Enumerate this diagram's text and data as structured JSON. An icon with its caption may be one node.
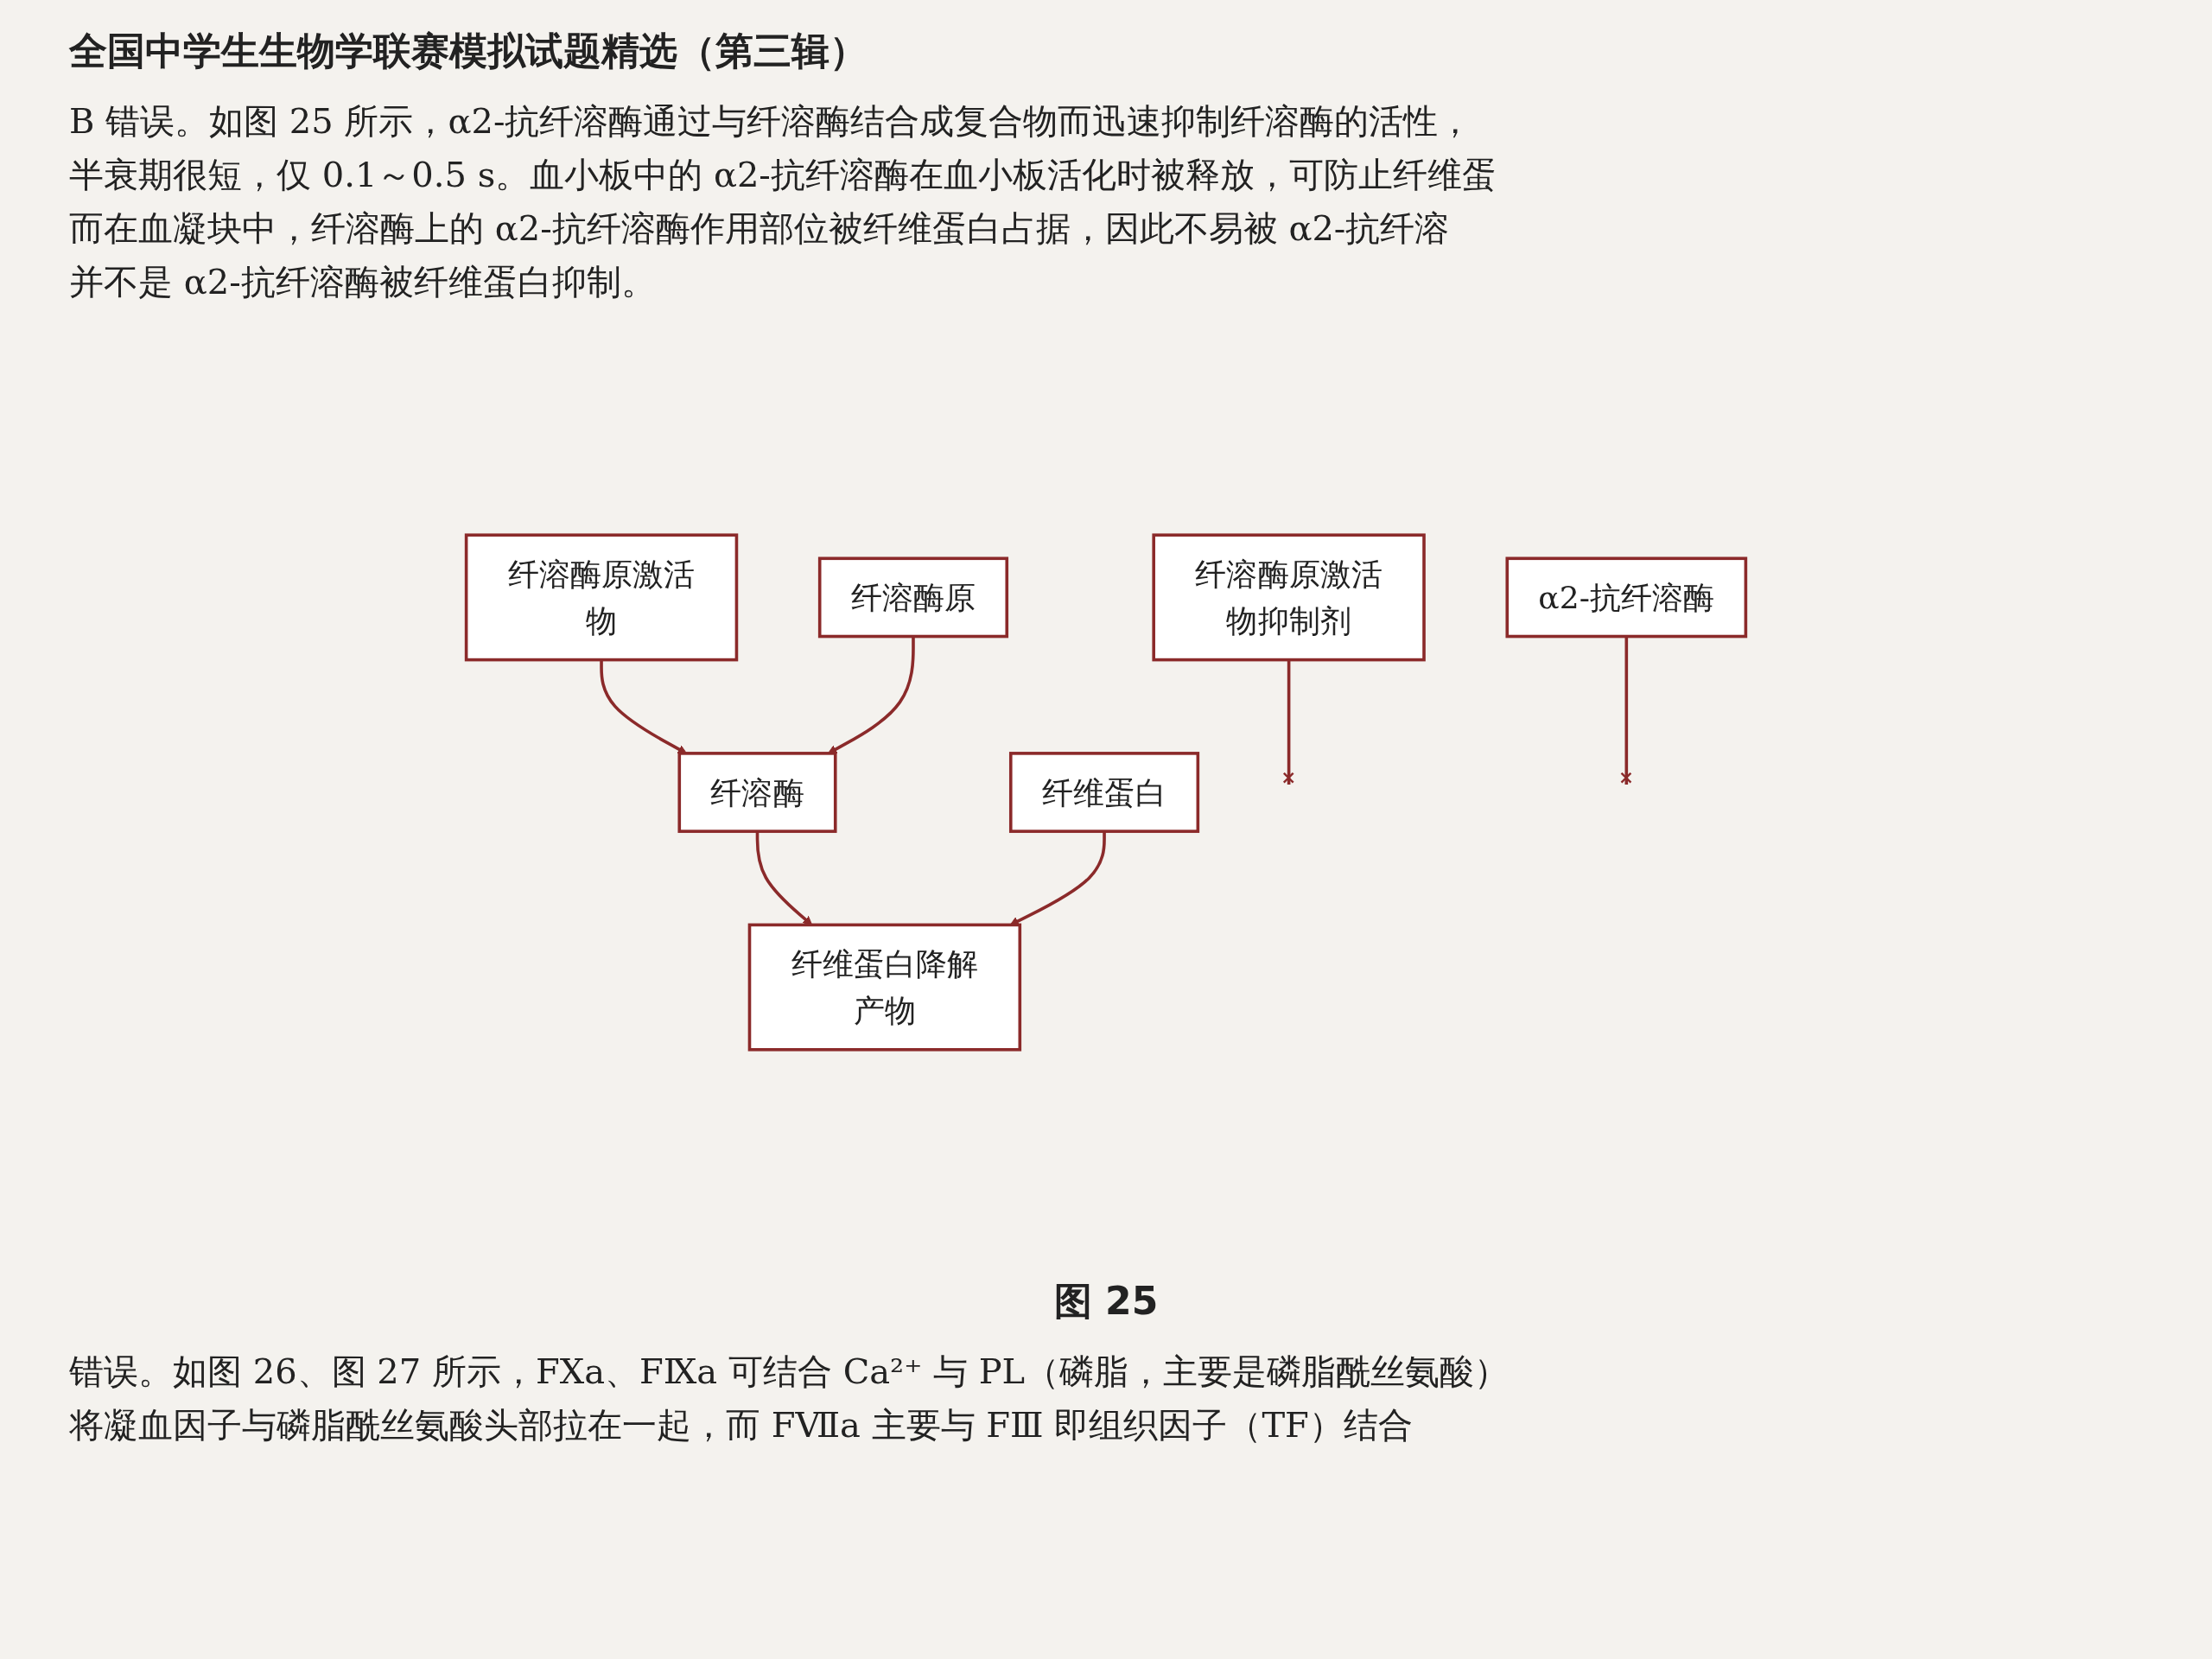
{
  "diagram": {
    "caption": "图 25",
    "nodes": [
      {
        "text": [
          "纤溶酶原激活物"
        ]
      },
      {
        "text": [
          "纤溶酶原激活物抑制剂"
        ]
      },
      {
        "text": [
          "纤溶酶原"
        ]
      },
      {
        "text": [
          "纤溶酶"
        ]
      },
      {
        "text": [
          "α2-抗纤溶酶"
        ]
      },
      {
        "text": [
          "纤维蛋白"
        ]
      },
      {
        "text": [
          "纤维蛋白降解产物"
        ]
      }
    ],
    "edges": [
      {
        "from": 0,
        "to": 3,
        "arrow": "to"
      },
      {
        "from": 1,
        "to": null,
        "arrow": "other"
      },
      {
        "from": 2,
        "to": 3,
        "arrow": "to"
      },
      {
        "from": 3,
        "to": 6,
        "arrow": "to"
      },
      {
        "from": 4,
        "to": null,
        "arrow": "other"
      },
      {
        "from": 5,
        "to": 6,
        "arrow": "to"
      }
    ],
    "labels": [
      "全国中学生生物学联赛模拟试题精选（第三辑）",
      "B 错误。如图 25 所示，α2-抗纤溶酶通过与纤溶酶结合成复合物而迅速抑制纤溶酶的活性，",
      "半衰期很短，仅 0.1～0.5 s。血小板中的 α2-抗纤溶酶在血小板活化时被释放，可防止纤维蛋",
      "而在血凝块中，纤溶酶上的 α2-抗纤溶酶作用部位被纤维蛋白占据，因此不易被 α2-抗纤溶",
      "并不是 α2-抗纤溶酶被纤维蛋白抑制。",
      "错误。如图 26、图 27 所示，FⅩa、FⅨa 可结合 Ca²⁺ 与 PL（磷脂，主要是磷脂酰丝氨酸）",
      "将凝血因子与磷脂酰丝氨酸头部拉在一起，而 FⅦa 主要与 FⅢ 即组织因子（TF）结合"
    ]
  }
}
